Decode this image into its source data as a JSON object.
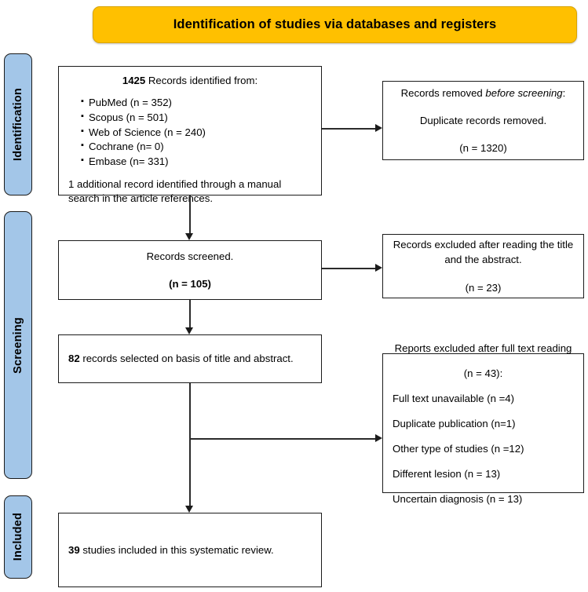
{
  "header": {
    "title": "Identification of studies via databases and registers",
    "color": "#FFC000"
  },
  "stages": {
    "color": "#A3C6E8",
    "identification": "Identification",
    "screening": "Screening",
    "included": "Included"
  },
  "boxes": {
    "identified": {
      "heading_count": "1425",
      "heading_rest": " Records identified from:",
      "sources": [
        "PubMed (n = 352)",
        "Scopus (n = 501)",
        "Web of Science (n = 240)",
        "Cochrane (n= 0)",
        "Embase (n= 331)"
      ],
      "note": "1 additional record identified through a manual search in the article references."
    },
    "removed": {
      "line1_prefix": "Records removed ",
      "line1_italic": "before screening",
      "line1_suffix": ":",
      "line2": "Duplicate records removed.",
      "line3": "(n = 1320)"
    },
    "screened": {
      "line1": "Records screened.",
      "line2": "(n = 105)"
    },
    "excluded_title_abstract": {
      "line1": "Records excluded after reading the title and the abstract.",
      "line2": "(n = 23)"
    },
    "selected": {
      "count": "82",
      "rest": " records selected on basis of title and abstract."
    },
    "excluded_full_text": {
      "line1": "Reports excluded after full text reading",
      "line2": "(n = 43):",
      "reasons": [
        "Full text unavailable (n =4)",
        "Duplicate publication (n=1)",
        "Other type of studies (n =12)",
        "Different lesion (n = 13)",
        "Uncertain diagnosis (n = 13)"
      ]
    },
    "included": {
      "count": "39",
      "rest": " studies included in this systematic review."
    }
  }
}
